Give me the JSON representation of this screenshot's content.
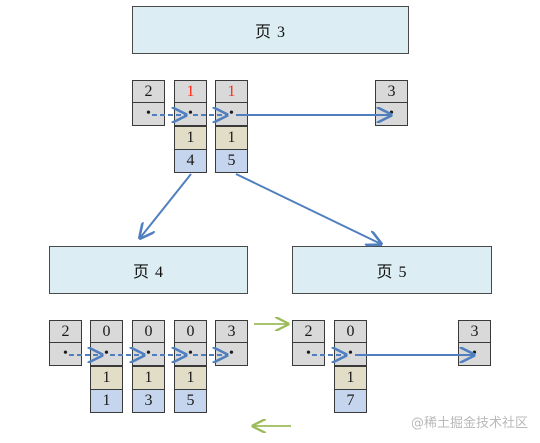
{
  "pages": {
    "page3": "页 3",
    "page4": "页 4",
    "page5": "页 5"
  },
  "page3_keys": {
    "k1": "2",
    "k2": "1",
    "k3": "1",
    "k4": "3"
  },
  "page3_sub": {
    "a1": "1",
    "a2": "1",
    "b1": "4",
    "b2": "5"
  },
  "page4_keys": {
    "k1": "2",
    "k2": "0",
    "k3": "0",
    "k4": "0",
    "k5": "3"
  },
  "page4_sub": {
    "a1": "1",
    "a2": "1",
    "a3": "1",
    "b1": "1",
    "b2": "3",
    "b3": "5"
  },
  "page5_keys": {
    "k1": "2",
    "k2": "0",
    "k3": "3"
  },
  "page5_sub": {
    "a1": "1",
    "b1": "7"
  },
  "pointer_glyph": "•",
  "colors": {
    "page_fill": "#dceef3",
    "key_fill": "#d9d9d9",
    "row_fill": "#e2ddc6",
    "id_fill": "#c6d5ee",
    "arrow_blue": "#4f7fbf",
    "arrow_green": "#9bbb59",
    "highlight_red": "#ff2a1a"
  },
  "watermark": "@稀土掘金技术社区"
}
